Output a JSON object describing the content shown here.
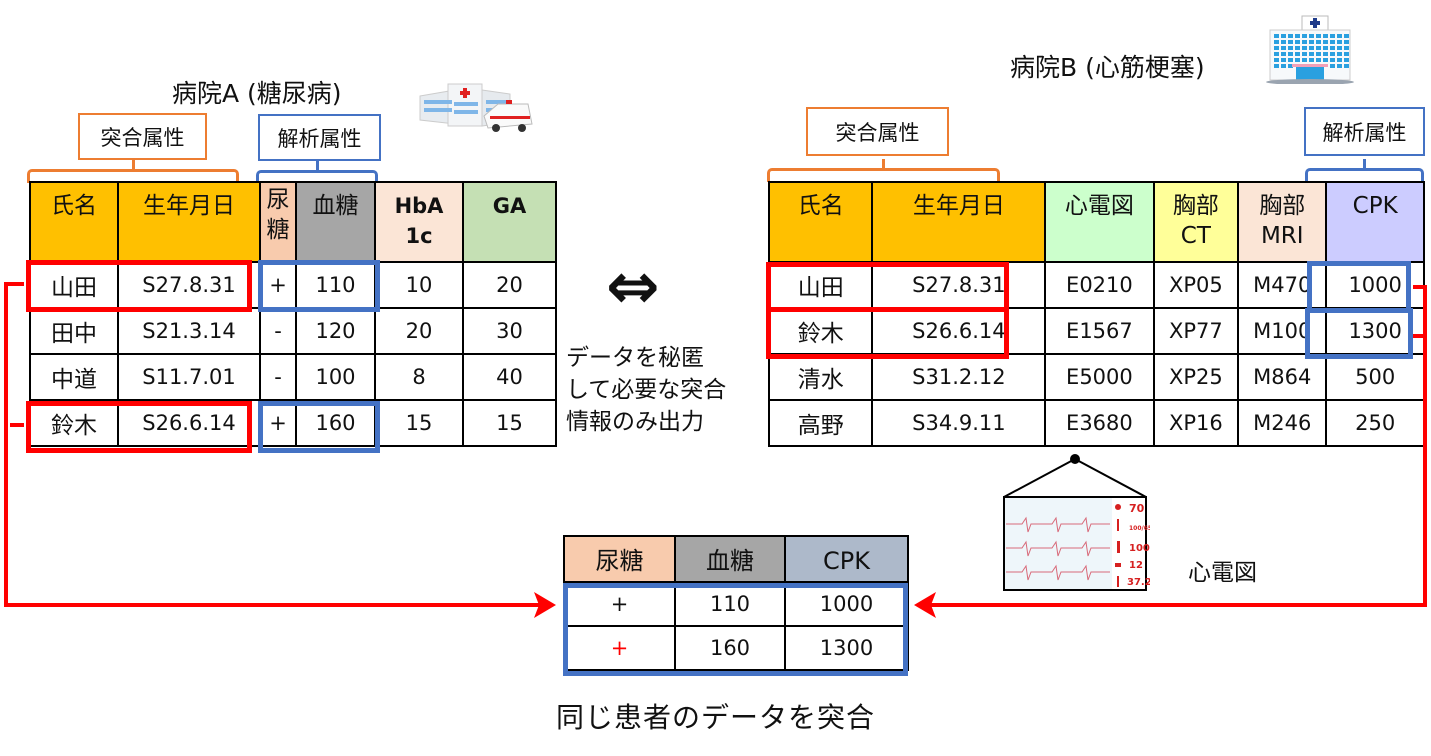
{
  "hospital_a": {
    "title": "病院A (糖尿病)",
    "icon": "hospital-with-ambulance-icon",
    "match_label": "突合属性",
    "analysis_label": "解析属性",
    "headers": [
      "氏名",
      "生年月日",
      "尿\n糖",
      "血糖",
      "HbA\n1c",
      "GA"
    ],
    "header_colors": [
      "#ffc000",
      "#ffc000",
      "#f8cbad",
      "#a6a6a6",
      "#fbe5d6",
      "#c5e0b4"
    ],
    "rows": [
      {
        "name": "山田",
        "dob": "S27.8.31",
        "urine_sugar": "+",
        "blood_sugar": "110",
        "hba1c": "10",
        "ga": "20",
        "matched": true
      },
      {
        "name": "田中",
        "dob": "S21.3.14",
        "urine_sugar": "-",
        "blood_sugar": "120",
        "hba1c": "20",
        "ga": "30",
        "matched": false
      },
      {
        "name": "中道",
        "dob": "S11.7.01",
        "urine_sugar": "-",
        "blood_sugar": "100",
        "hba1c": "8",
        "ga": "40",
        "matched": false
      },
      {
        "name": "鈴木",
        "dob": "S26.6.14",
        "urine_sugar": "+",
        "blood_sugar": "160",
        "hba1c": "15",
        "ga": "15",
        "matched": true
      }
    ]
  },
  "hospital_b": {
    "title": "病院B (心筋梗塞)",
    "icon": "hospital-building-icon",
    "match_label": "突合属性",
    "analysis_label": "解析属性",
    "headers": [
      "氏名",
      "生年月日",
      "心電図",
      "胸部\nCT",
      "胸部\nMRI",
      "CPK"
    ],
    "header_colors": [
      "#ffc000",
      "#ffc000",
      "#ccffcc",
      "#ffff99",
      "#fbe5d6",
      "#ccccff"
    ],
    "rows": [
      {
        "name": "山田",
        "dob": "S27.8.31",
        "ecg": "E0210",
        "chest_ct": "XP05",
        "chest_mri": "M470",
        "cpk": "1000",
        "matched": true
      },
      {
        "name": "鈴木",
        "dob": "S26.6.14",
        "ecg": "E1567",
        "chest_ct": "XP77",
        "chest_mri": "M100",
        "cpk": "1300",
        "matched": true
      },
      {
        "name": "清水",
        "dob": "S31.2.12",
        "ecg": "E5000",
        "chest_ct": "XP25",
        "chest_mri": "M864",
        "cpk": "500",
        "matched": false
      },
      {
        "name": "高野",
        "dob": "S34.9.11",
        "ecg": "E3680",
        "chest_ct": "XP16",
        "chest_mri": "M246",
        "cpk": "250",
        "matched": false
      }
    ]
  },
  "middle": {
    "arrow": "⇔",
    "caption_lines": [
      "データを秘匿",
      "して必要な突合",
      "情報のみ出力"
    ]
  },
  "ecg_monitor": {
    "label": "心電図",
    "readings": [
      "70",
      "100\n65\n(90)",
      "100",
      "12",
      "37.2"
    ]
  },
  "result": {
    "headers": [
      "尿糖",
      "血糖",
      "CPK"
    ],
    "header_colors": [
      "#f8cbad",
      "#a6a6a6",
      "#adb9ca"
    ],
    "rows": [
      {
        "urine_sugar": "+",
        "blood_sugar": "110",
        "cpk": "1000"
      },
      {
        "urine_sugar": "+",
        "blood_sugar": "160",
        "cpk": "1300"
      }
    ],
    "caption": "同じ患者のデータを突合"
  },
  "colors": {
    "match_highlight": "#ff0000",
    "analysis_highlight": "#4472c4",
    "match_label_border": "#ed7d31"
  }
}
